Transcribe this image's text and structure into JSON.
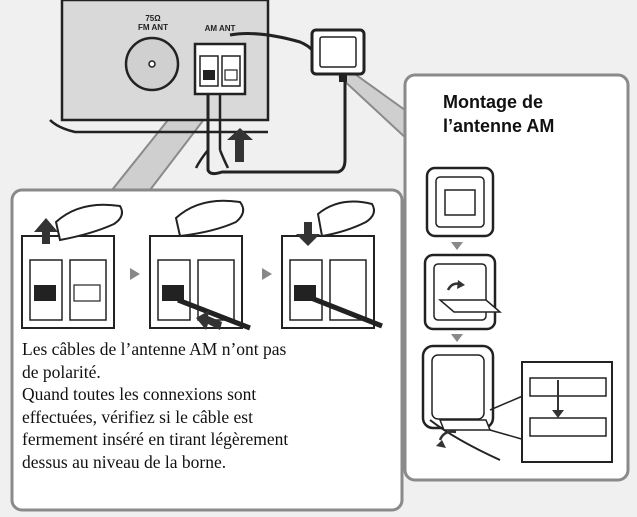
{
  "panel": {
    "fm_impedance": "75Ω",
    "fm_label": "FM ANT",
    "am_label": "AM ANT"
  },
  "am_box": {
    "title_lines": [
      "Montage de",
      "l’antenne AM"
    ]
  },
  "caption": {
    "lines": [
      "Les câbles de l’antenne AM n’ont pas",
      "de polarité.",
      "Quand toutes les connexions sont",
      "effectuées, vérifiez si le câble est",
      "fermement inséré en tirant légèrement",
      "dessus au niveau de la borne."
    ]
  },
  "colors": {
    "panel_fill": "#d9d9d9",
    "box_border": "#8a8a8a",
    "box_fill": "#ffffff",
    "line": "#222222",
    "arrow": "#333333"
  }
}
